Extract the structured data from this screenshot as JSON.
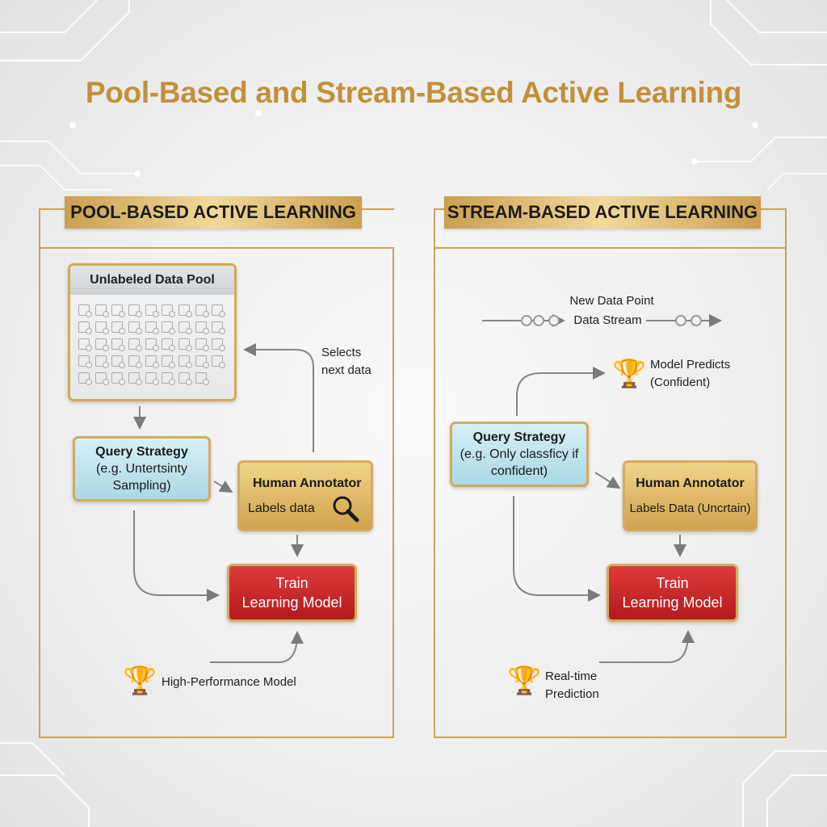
{
  "title": "Pool-Based and Stream-Based Active Learning",
  "pool": {
    "banner": "POOL-BASED ACTIVE LEARNING",
    "data_pool_title": "Unlabeled Data Pool",
    "data_item_count": 44,
    "selects_label": [
      "Selects",
      "next data"
    ],
    "query": {
      "title": "Query Strategy",
      "lines": [
        "(e.g. Untertsinty",
        "Sampling)"
      ]
    },
    "annotator": {
      "title": "Human Annotator",
      "subtitle": "Labels data"
    },
    "train": [
      "Train",
      "Learning Model"
    ],
    "result": "High-Performance Model"
  },
  "stream": {
    "banner": "STREAM-BASED ACTIVE LEARNING",
    "new_point": "New Data Point",
    "stream_label": "Data Stream",
    "predicts": [
      "Model Predicts",
      "(Confident)"
    ],
    "query": {
      "title": "Query Strategy",
      "lines": [
        "(e.g. Only classficy if",
        "confident)"
      ]
    },
    "annotator": {
      "title": "Human Annotator",
      "subtitle": "Labels Data (Uncrtain)"
    },
    "train": [
      "Train",
      "Learning Model"
    ],
    "result": [
      "Real-time",
      "Prediction"
    ]
  },
  "colors": {
    "gold": "#c0913a",
    "blue": "#a9d9e5",
    "red": "#c82428"
  }
}
